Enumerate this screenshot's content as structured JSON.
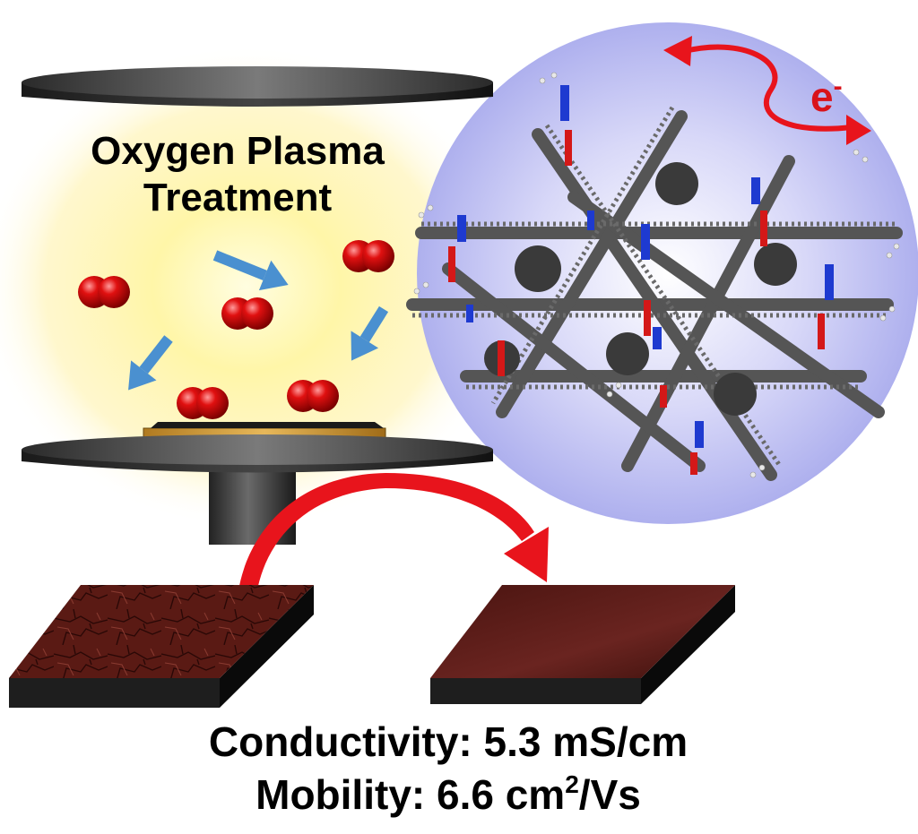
{
  "plasma_title_line1": "Oxygen Plasma",
  "plasma_title_line2": "Treatment",
  "electron_symbol": "e",
  "electron_charge": "-",
  "conductivity_text": "Conductivity: 5.3 mS/cm",
  "mobility_prefix": "Mobility: 6.6 cm",
  "mobility_exponent": "2",
  "mobility_suffix": "/Vs",
  "colors": {
    "oxygen_red": "#e01010",
    "arrow_blue": "#4a90d0",
    "transfer_arrow_red": "#e8141c",
    "film_brown": "#5a1a14",
    "electrode_gray": "#3e3e3e",
    "substrate_gold": "#d4a23a",
    "plasma_glow_yellow": "#fff5a0",
    "lattice_glow_lavender": "#b8b8f0"
  }
}
